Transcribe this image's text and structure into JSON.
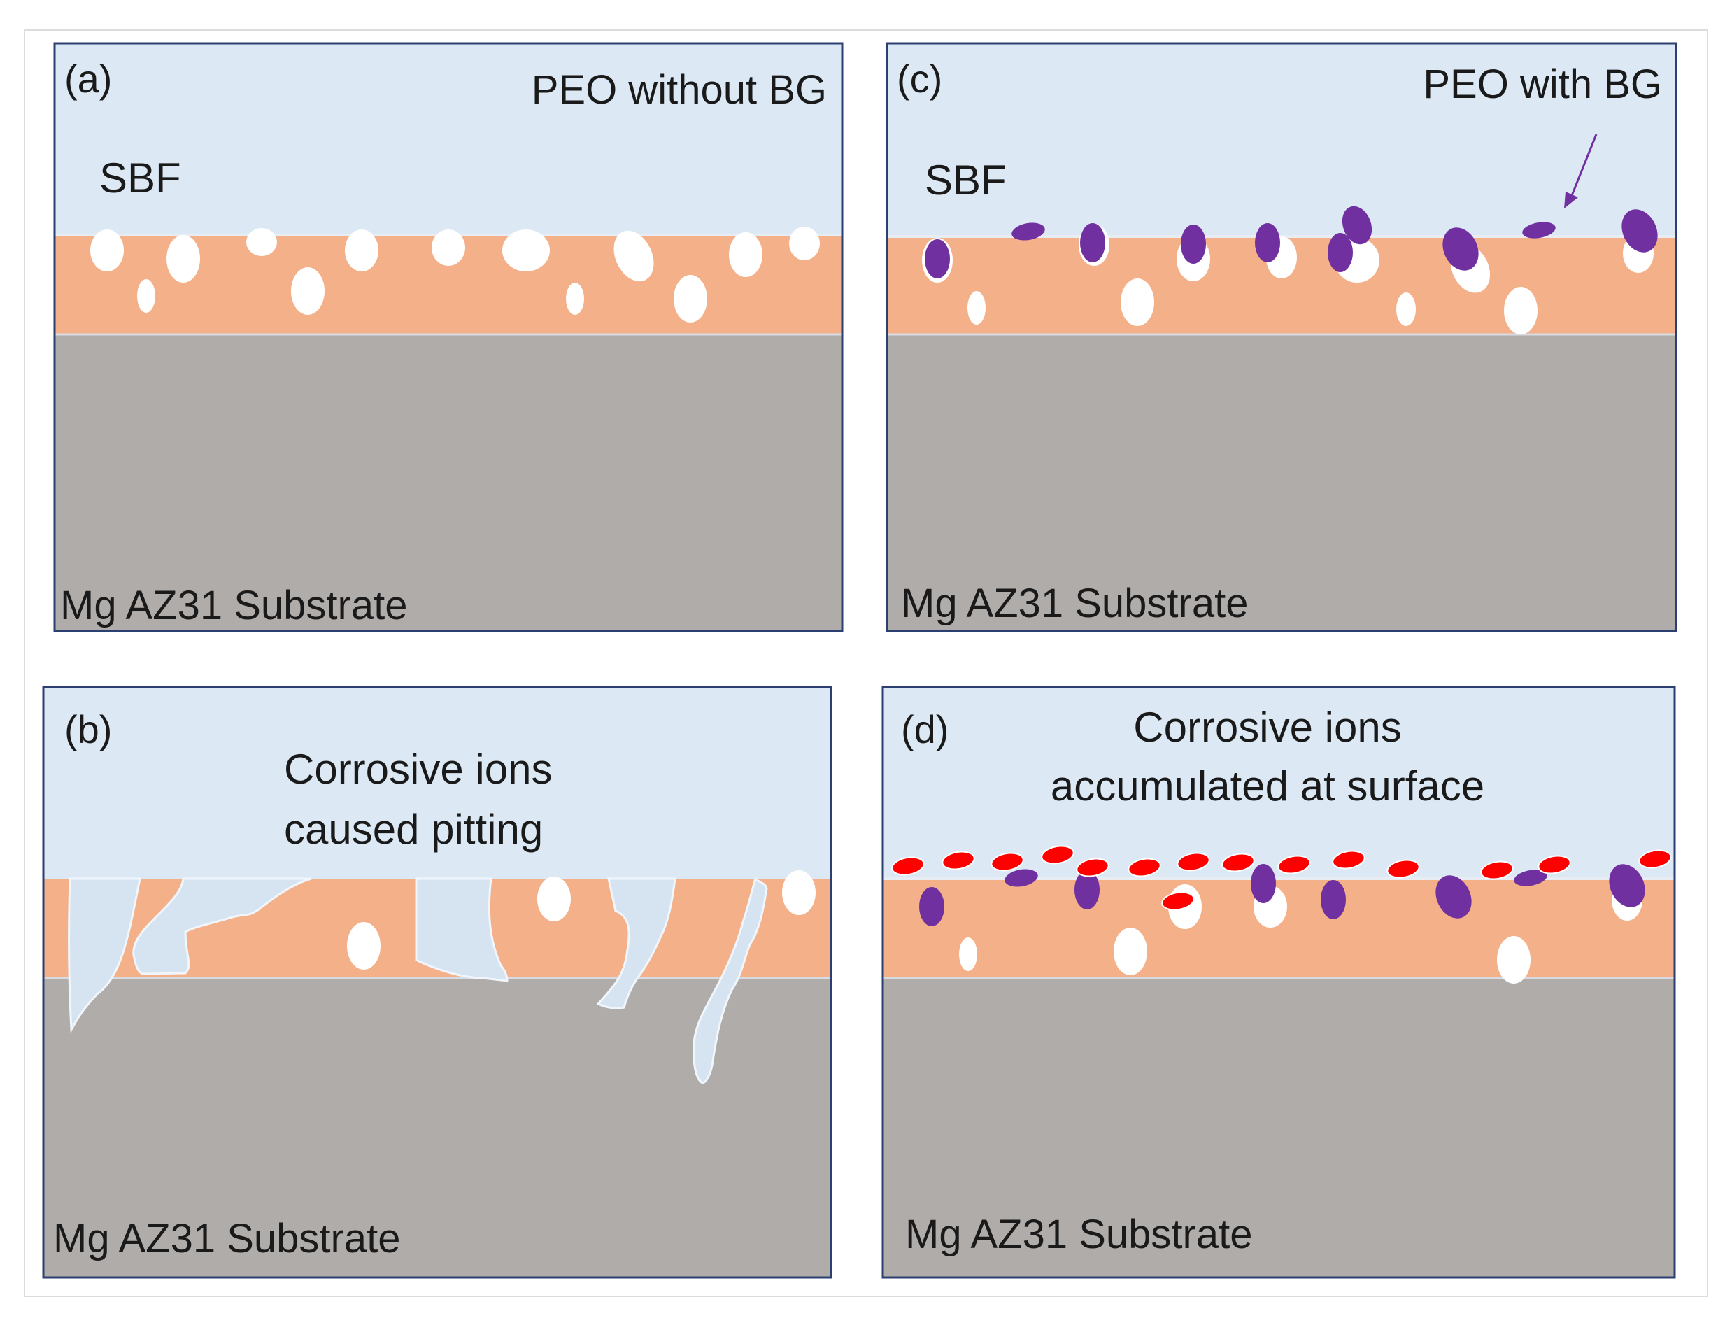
{
  "colors": {
    "sbf": "#dce9f5",
    "coating": "#f3b089",
    "substrate": "#b0acaa",
    "border": "#2b3f70",
    "pore": "#ffffff",
    "bg_particle": "#7030a0",
    "ion": "#ff0000",
    "pit": "#d6e4f2"
  },
  "panels": {
    "a": {
      "tag": "(a)",
      "title": "PEO without BG",
      "fluid": "SBF",
      "substrate": "Mg AZ31 Substrate"
    },
    "b": {
      "tag": "(b)",
      "note_line1": "Corrosive ions",
      "note_line2": "caused pitting",
      "substrate": "Mg AZ31 Substrate"
    },
    "c": {
      "tag": "(c)",
      "title": "PEO with BG",
      "fluid": "SBF",
      "substrate": "Mg AZ31 Substrate"
    },
    "d": {
      "tag": "(d)",
      "note_line1": "Corrosive ions",
      "note_line2": "accumulated at surface",
      "substrate": "Mg AZ31 Substrate"
    }
  }
}
